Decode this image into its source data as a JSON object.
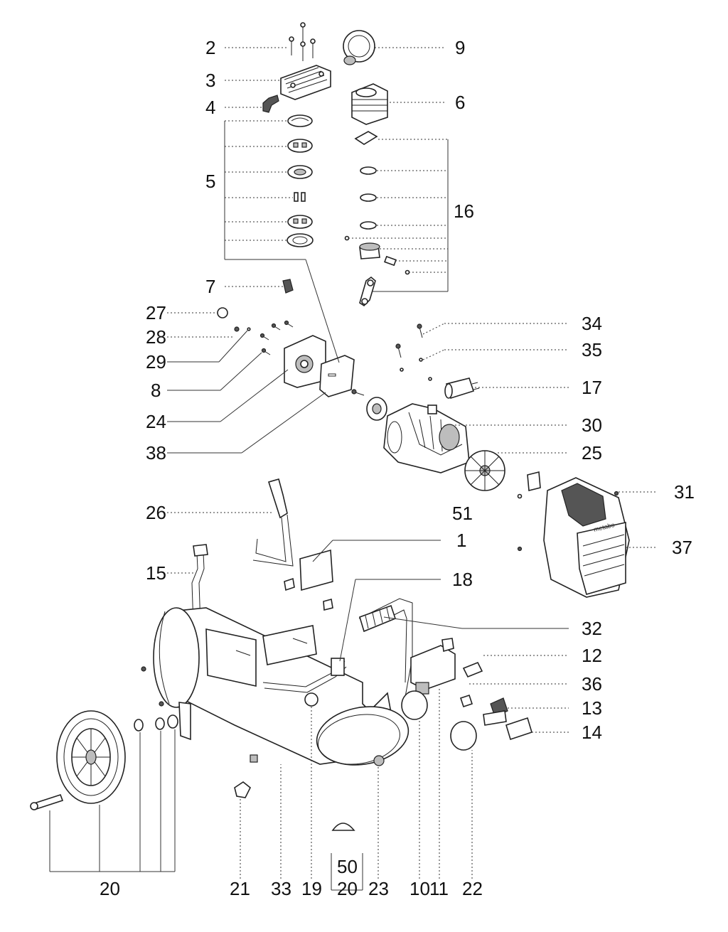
{
  "labels": {
    "p1": "1",
    "p2": "2",
    "p3": "3",
    "p4": "4",
    "p5": "5",
    "p6": "6",
    "p7": "7",
    "p8": "8",
    "p9": "9",
    "p10": "10",
    "p11": "11",
    "p12": "12",
    "p13": "13",
    "p14": "14",
    "p15": "15",
    "p16": "16",
    "p17": "17",
    "p18": "18",
    "p19": "19",
    "p20": "20",
    "p20b": "20",
    "p21": "21",
    "p22": "22",
    "p23": "23",
    "p24": "24",
    "p25": "25",
    "p26": "26",
    "p27": "27",
    "p28": "28",
    "p29": "29",
    "p30": "30",
    "p31": "31",
    "p32": "32",
    "p33": "33",
    "p34": "34",
    "p35": "35",
    "p36": "36",
    "p37": "37",
    "p38": "38",
    "p50": "50",
    "p51": "51"
  },
  "brand_text": "metabo"
}
